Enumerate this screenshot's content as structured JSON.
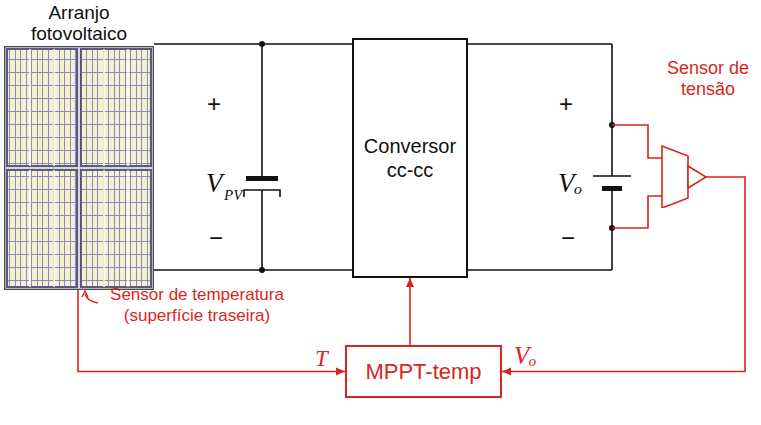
{
  "diagram": {
    "nodes": [
      {
        "text": [
          "Arranjo fotovoltaico"
        ]
      },
      {
        "text": [
          "Conversor cc-cc"
        ]
      },
      {
        "text": [
          "Sensor de tensão"
        ]
      },
      {
        "text": [
          "MPPT-temp"
        ]
      }
    ],
    "edges": [
      {
        "from": 0,
        "to": 1,
        "arrow": "none"
      },
      {
        "from": 1,
        "to": 2,
        "arrow": "none"
      },
      {
        "from": 0,
        "to": 3,
        "label": "T",
        "arrow": "to"
      },
      {
        "from": 2,
        "to": 3,
        "label": "Vₒ",
        "arrow": "to"
      },
      {
        "from": 3,
        "to": 1,
        "arrow": "to"
      }
    ],
    "labels": [
      "+",
      "V",
      "PV",
      "−",
      "+",
      "Vₒ",
      "−",
      "Sensor de temperatura (superfície traseira)"
    ]
  }
}
